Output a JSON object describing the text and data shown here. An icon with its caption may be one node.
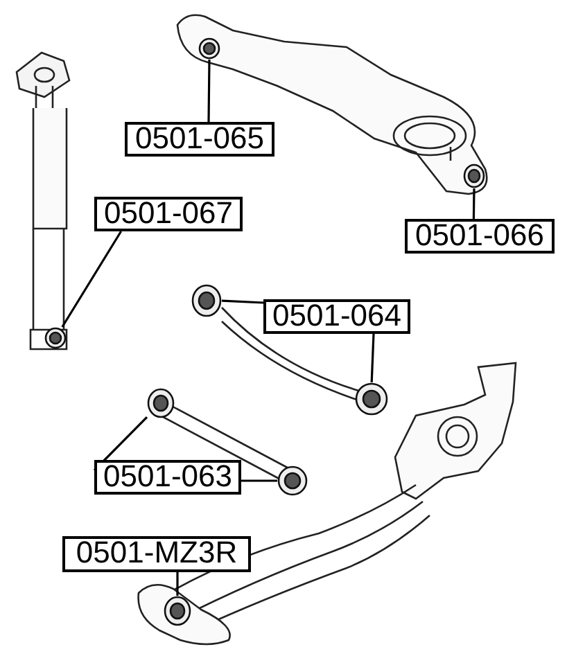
{
  "diagram": {
    "nodes": [
      {
        "text": [
          "0501-065"
        ]
      },
      {
        "text": [
          "0501-066"
        ]
      },
      {
        "text": [
          "0501-067"
        ]
      },
      {
        "text": [
          "0501-064"
        ]
      },
      {
        "text": [
          "0501-063"
        ]
      },
      {
        "text": [
          "0501-MZ3R"
        ]
      },
      {
        "text": [],
        "shape": "picture"
      },
      {
        "text": [],
        "shape": "picture"
      },
      {
        "text": [],
        "shape": "picture"
      },
      {
        "text": [],
        "shape": "picture"
      },
      {
        "text": [],
        "shape": "picture"
      },
      {
        "text": [],
        "shape": "picture"
      },
      {
        "text": [],
        "shape": "picture"
      },
      {
        "text": [],
        "shape": "picture"
      }
    ],
    "edges": [
      {
        "from": 0,
        "to": 6,
        "arrow": "none"
      },
      {
        "from": 1,
        "to": 7,
        "arrow": "none"
      },
      {
        "from": 2,
        "to": 8,
        "arrow": "none"
      },
      {
        "from": 3,
        "to": 9,
        "arrow": "none"
      },
      {
        "from": 3,
        "to": 10,
        "arrow": "none"
      },
      {
        "from": 4,
        "to": 11,
        "arrow": "none"
      },
      {
        "from": 4,
        "to": 12,
        "arrow": "none"
      },
      {
        "from": 5,
        "to": 13,
        "arrow": "none"
      }
    ]
  }
}
